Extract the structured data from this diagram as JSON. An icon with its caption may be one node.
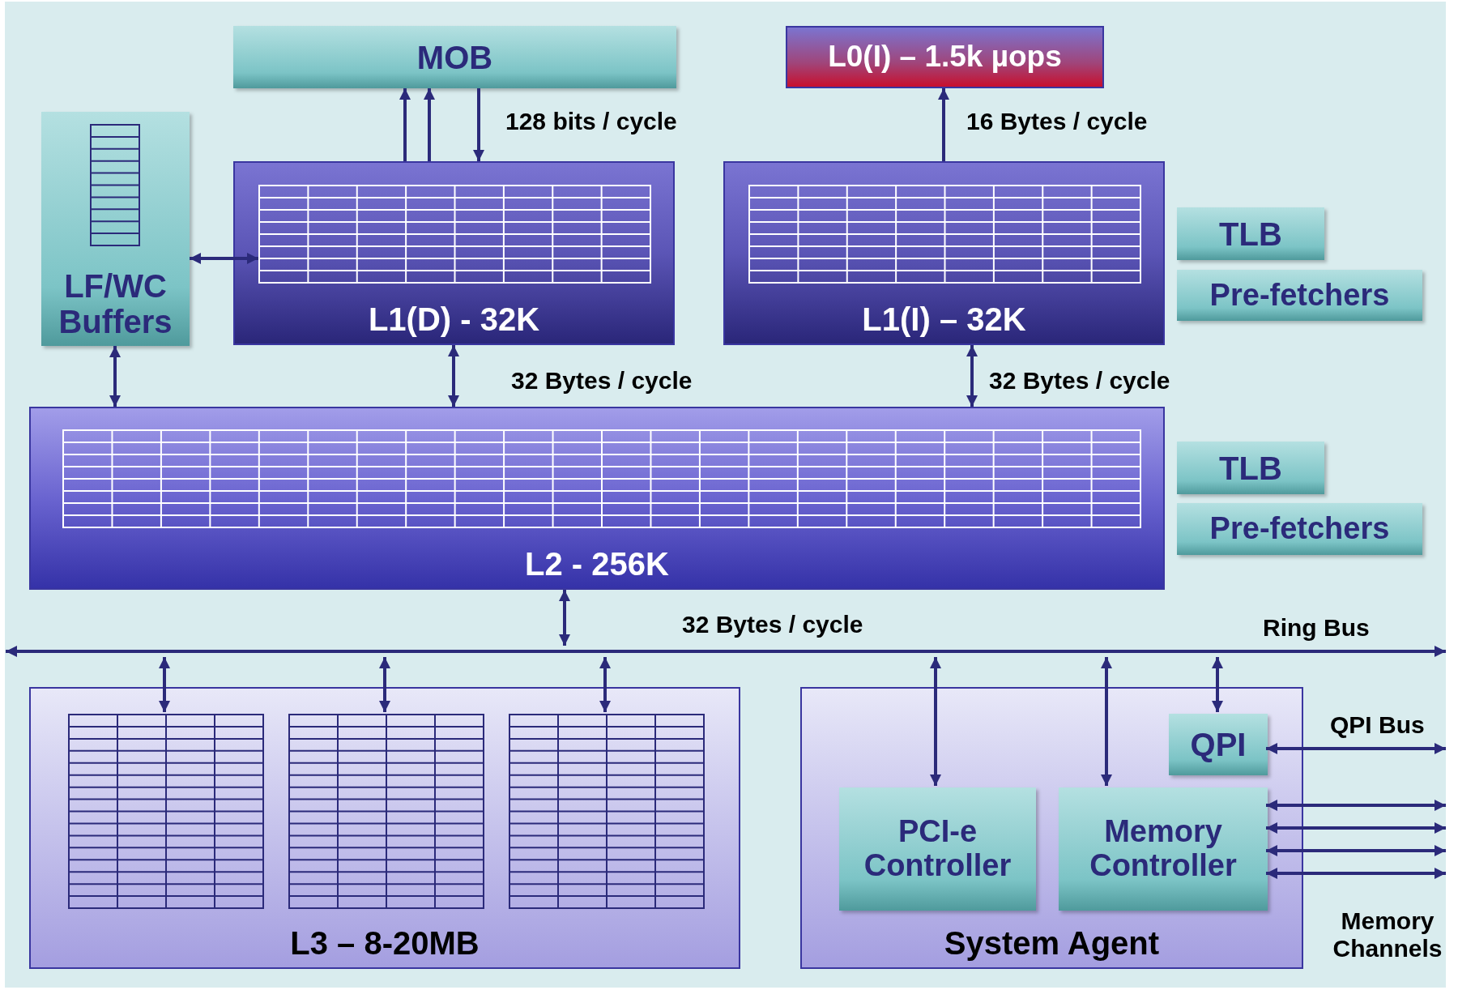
{
  "diagram": {
    "nodes": [
      {
        "text": [
          "MOB"
        ]
      },
      {
        "text": [
          "L0(I) – 1.5k µops"
        ]
      },
      {
        "text": [
          "LF/WC Buffers"
        ]
      },
      {
        "text": [
          "L1(D) - 32K"
        ]
      },
      {
        "text": [
          "L1(I) – 32K"
        ]
      },
      {
        "text": [
          "TLB"
        ]
      },
      {
        "text": [
          "Pre-fetchers"
        ]
      },
      {
        "text": [
          "L2 - 256K"
        ]
      },
      {
        "text": [
          "TLB"
        ]
      },
      {
        "text": [
          "Pre-fetchers"
        ]
      },
      {
        "text": [],
        "shape": "bar",
        "beside": [
          "Ring Bus"
        ]
      },
      {
        "text": [
          "L3 – 8-20MB"
        ]
      },
      {
        "text": [],
        "shape": "box",
        "in": 11
      },
      {
        "text": [],
        "shape": "box",
        "in": 11
      },
      {
        "text": [],
        "shape": "box",
        "in": 11
      },
      {
        "text": [
          "System Agent"
        ]
      },
      {
        "text": [
          "QPI"
        ],
        "in": 15
      },
      {
        "text": [
          "PCI-e Controller"
        ],
        "in": 15
      },
      {
        "text": [
          "Memory Controller"
        ],
        "in": 15
      }
    ],
    "edges": [
      {
        "from": 3,
        "to": 0,
        "arrow": "to"
      },
      {
        "from": 3,
        "to": 0,
        "arrow": "to"
      },
      {
        "from": 0,
        "to": 3,
        "arrow": "to",
        "label": "128 bits / cycle"
      },
      {
        "from": 4,
        "to": 1,
        "arrow": "to",
        "label": "16 Bytes / cycle"
      },
      {
        "from": 2,
        "to": 3,
        "arrow": "both"
      },
      {
        "from": 2,
        "to": 7,
        "arrow": "both"
      },
      {
        "from": 3,
        "to": 7,
        "arrow": "both",
        "label": "32 Bytes / cycle"
      },
      {
        "from": 4,
        "to": 7,
        "arrow": "both",
        "label": "32 Bytes / cycle"
      },
      {
        "from": 7,
        "to": 10,
        "arrow": "both",
        "label": "32 Bytes / cycle"
      },
      {
        "from": 10,
        "to": 12,
        "arrow": "both"
      },
      {
        "from": 10,
        "to": 13,
        "arrow": "both"
      },
      {
        "from": 10,
        "to": 14,
        "arrow": "both"
      },
      {
        "from": 10,
        "to": 17,
        "arrow": "both"
      },
      {
        "from": 10,
        "to": 18,
        "arrow": "both"
      },
      {
        "from": 10,
        "to": 16,
        "arrow": "both"
      },
      {
        "from": 16,
        "to": null,
        "arrow": "both",
        "label": "QPI Bus"
      },
      {
        "from": 18,
        "to": null,
        "arrow": "both"
      },
      {
        "from": 18,
        "to": null,
        "arrow": "both"
      },
      {
        "from": 18,
        "to": null,
        "arrow": "both"
      },
      {
        "from": 18,
        "to": null,
        "arrow": "both"
      }
    ],
    "labels": [
      "Memory Channels"
    ]
  }
}
